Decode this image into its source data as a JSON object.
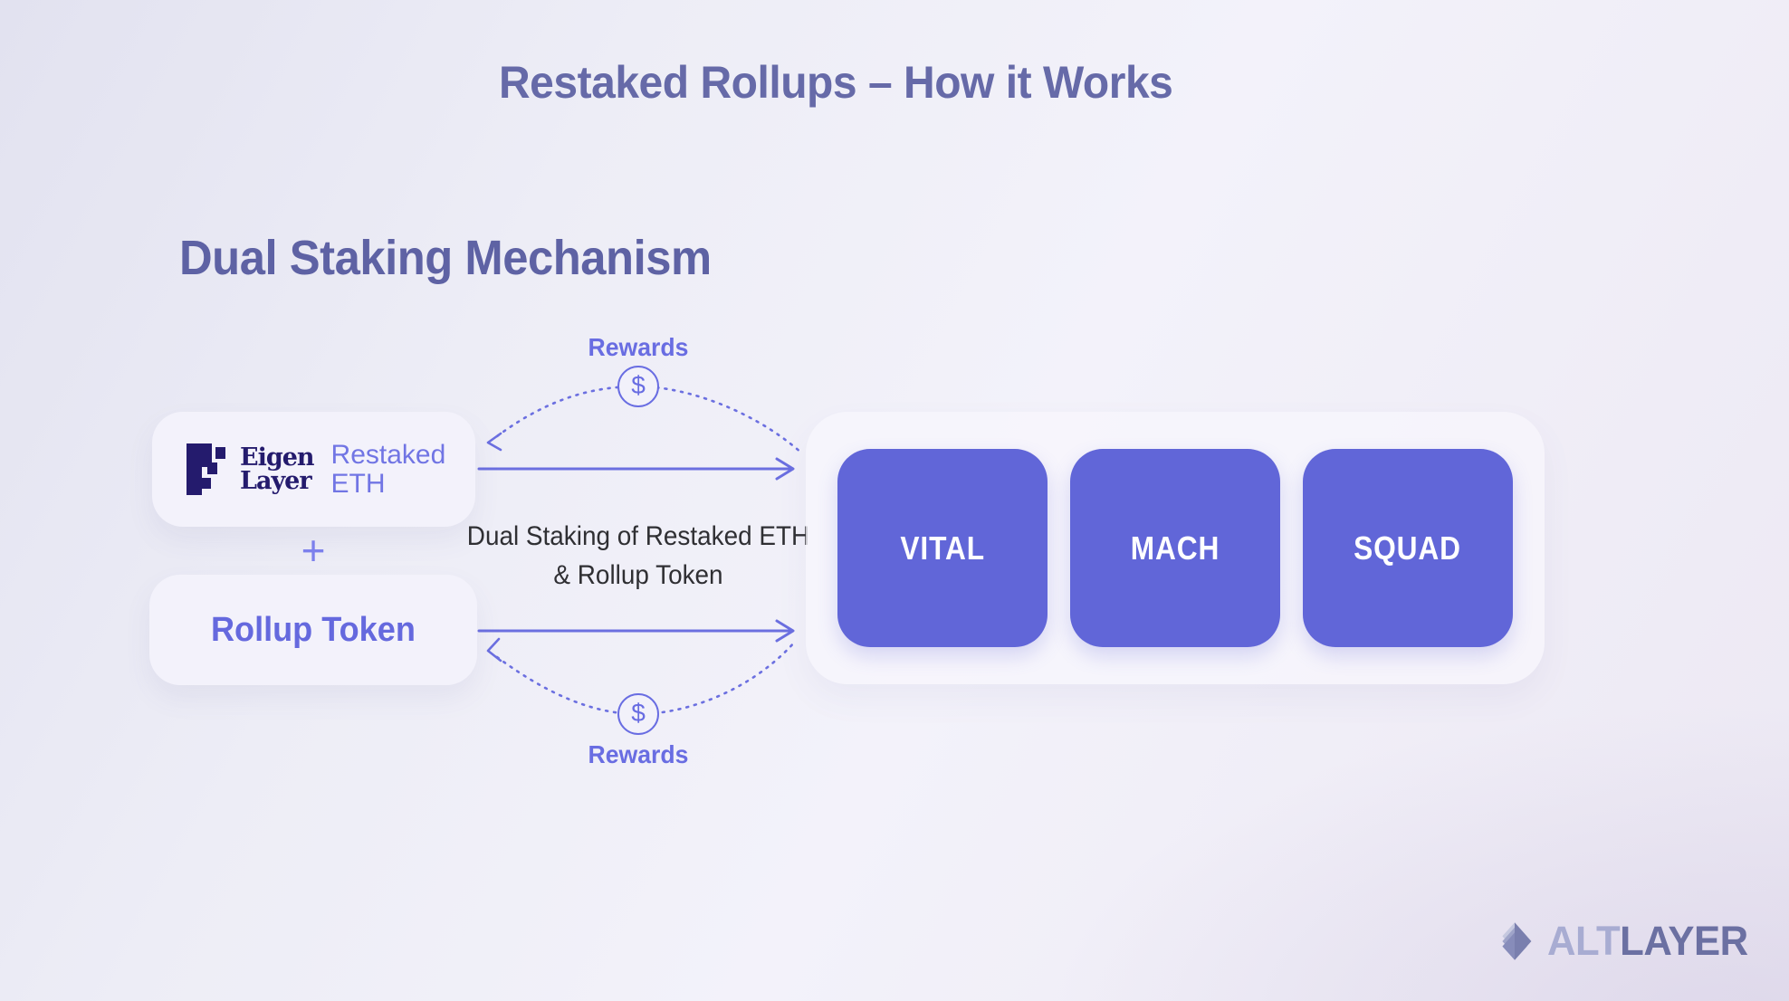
{
  "slide": {
    "title": "Restaked Rollups – How it Works",
    "heading": "Dual Staking Mechanism"
  },
  "diagram": {
    "eigen": {
      "brand_line1": "Eigen",
      "brand_line2": "Layer",
      "label_line1": "Restaked",
      "label_line2": "ETH"
    },
    "plus": "+",
    "rollup_token": {
      "label": "Rollup Token"
    },
    "rewards_top": {
      "label": "Rewards",
      "coin": "$"
    },
    "rewards_bottom": {
      "label": "Rewards",
      "coin": "$"
    },
    "caption": {
      "line1": "Dual Staking of Restaked ETH",
      "line2": "& Rollup Token"
    },
    "rollups": [
      {
        "label": "VITAL"
      },
      {
        "label": "MACH"
      },
      {
        "label": "SQUAD"
      }
    ]
  },
  "footer": {
    "brand_alt": "ALT",
    "brand_layer": "LAYER"
  },
  "colors": {
    "accent": "#6b6fe0",
    "box_purple": "#6166d8",
    "heading_purple": "#5e62a4",
    "eigen_navy": "#241b6d",
    "label_purple": "#7175e4",
    "caption_dark": "#2f2f33",
    "alt_light": "#a8acd2",
    "layer_dark": "#6b70a2",
    "card_bg": "#f3f2fb"
  }
}
